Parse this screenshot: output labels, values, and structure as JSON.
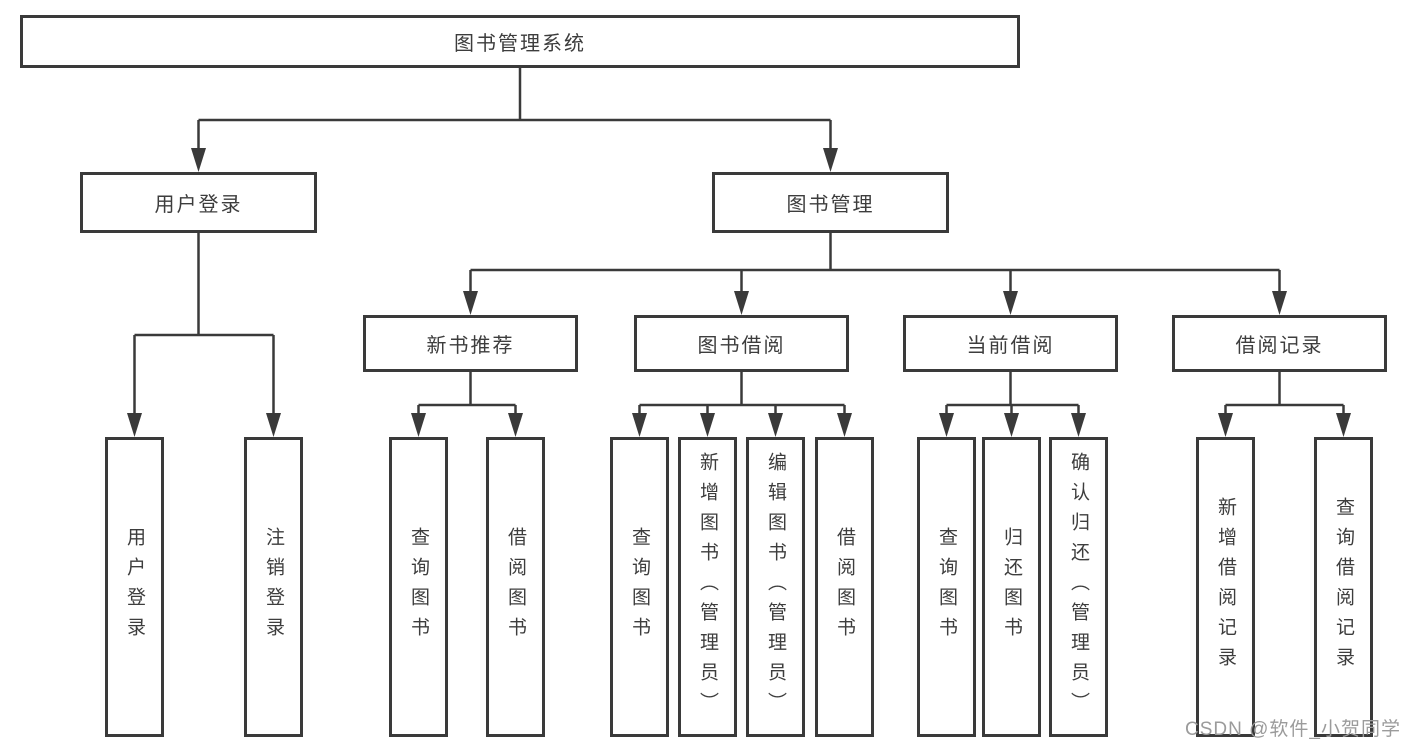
{
  "tree": {
    "label": "图书管理系统",
    "children": [
      {
        "label": "用户登录",
        "children": [
          {
            "label": "用户登录"
          },
          {
            "label": "注销登录"
          }
        ]
      },
      {
        "label": "图书管理",
        "children": [
          {
            "label": "新书推荐",
            "children": [
              {
                "label": "查询图书"
              },
              {
                "label": "借阅图书"
              }
            ]
          },
          {
            "label": "图书借阅",
            "children": [
              {
                "label": "查询图书"
              },
              {
                "label": "新增图书（管理员）"
              },
              {
                "label": "编辑图书（管理员）"
              },
              {
                "label": "借阅图书"
              }
            ]
          },
          {
            "label": "当前借阅",
            "children": [
              {
                "label": "查询图书"
              },
              {
                "label": "归还图书"
              },
              {
                "label": "确认归还（管理员）"
              }
            ]
          },
          {
            "label": "借阅记录",
            "children": [
              {
                "label": "新增借阅记录"
              },
              {
                "label": "查询借阅记录"
              }
            ]
          }
        ]
      }
    ]
  },
  "watermark": {
    "text": "CSDN @软件_小贺同学"
  },
  "colors": {
    "line": "#3a3a3a",
    "text": "#3d3d3d",
    "watermark": "#9b9b9b",
    "background": "#ffffff"
  }
}
